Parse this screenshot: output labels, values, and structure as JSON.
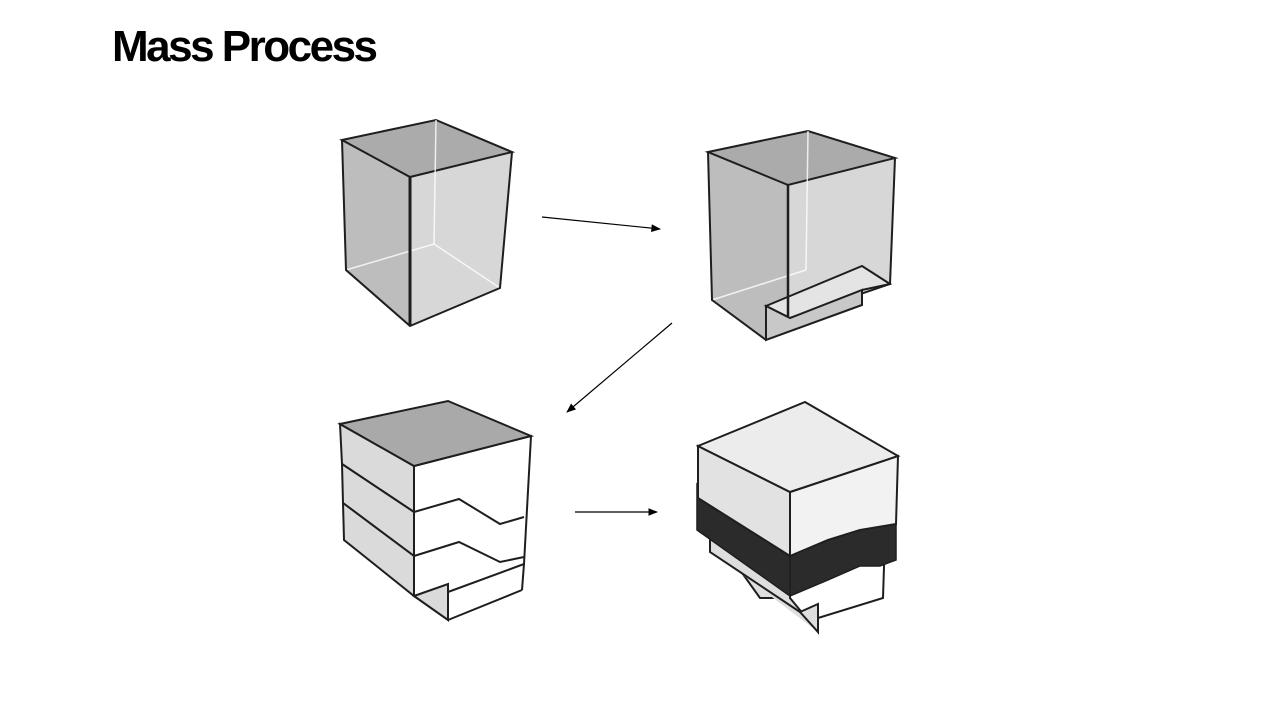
{
  "slide": {
    "title": "Mass Process"
  },
  "diagram": {
    "steps": [
      {
        "name": "transparent-box"
      },
      {
        "name": "box-with-cutout"
      },
      {
        "name": "stepped-floors-mass"
      },
      {
        "name": "final-mass-with-band"
      }
    ],
    "colors": {
      "outline": "#1e1e1e",
      "glass_fill": "#b9b9b9",
      "glass_top": "#a9a9a9",
      "light_face": "#e4e4e4",
      "band": "#2b2b2b",
      "white_face": "#ffffff"
    }
  }
}
